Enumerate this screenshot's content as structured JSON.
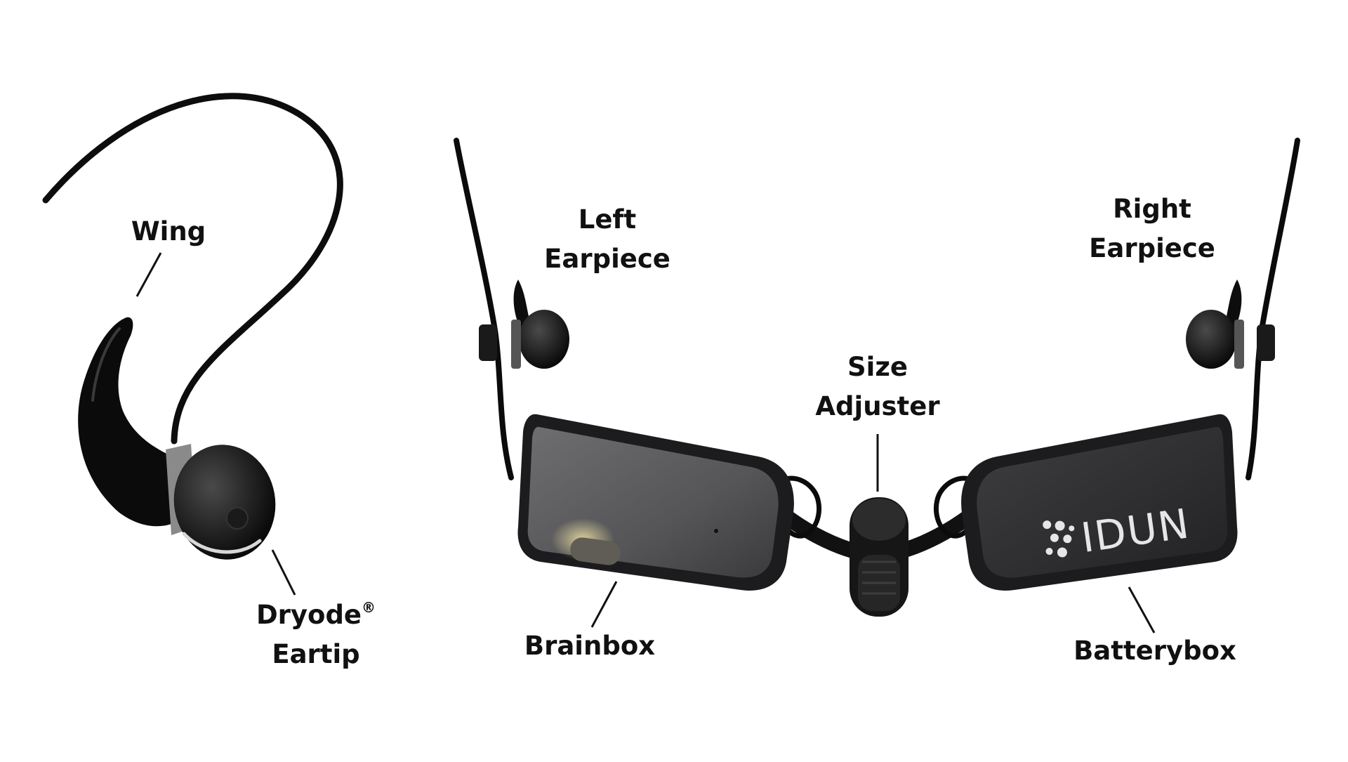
{
  "labels": {
    "wing": "Wing",
    "dryode_line1": "Dryode",
    "dryode_mark": "®",
    "dryode_line2": "Eartip",
    "left_line1": "Left",
    "left_line2": "Earpiece",
    "size_line1": "Size",
    "size_line2": "Adjuster",
    "right_line1": "Right",
    "right_line2": "Earpiece",
    "brainbox": "Brainbox",
    "batterybox": "Batterybox"
  },
  "logo": {
    "text": "IDUN"
  },
  "colors": {
    "background": "#ffffff",
    "text": "#111111",
    "device_dark": "#1c1c1e",
    "brainbox_face": "#5a5a5c",
    "batterybox_face": "#2f2f31",
    "eartip_ring": "#8a8a8a"
  }
}
